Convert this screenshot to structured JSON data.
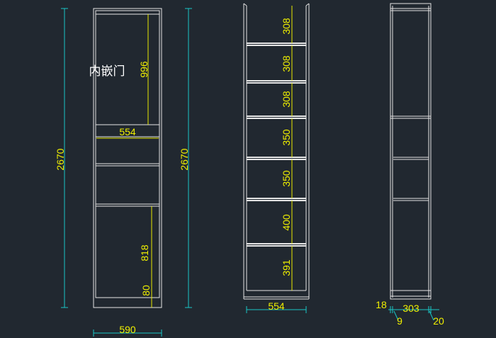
{
  "colors": {
    "background": "#212830",
    "line": "#e6e6e6",
    "dimension": "#19c6c6",
    "text": "#f0f000"
  },
  "note": "内嵌门",
  "front_view": {
    "height_left": "2670",
    "height_right": "2670",
    "door_height": "996",
    "inner_width": "554",
    "lower_height": "818",
    "base": "80",
    "overall_width": "590"
  },
  "interior_view": {
    "shelves": [
      "308",
      "308",
      "308",
      "350",
      "350",
      "400",
      "391"
    ],
    "inner_width": "554"
  },
  "side_view": {
    "dims": {
      "d18": "18",
      "d303": "303",
      "d9": "9",
      "d20": "20"
    }
  }
}
